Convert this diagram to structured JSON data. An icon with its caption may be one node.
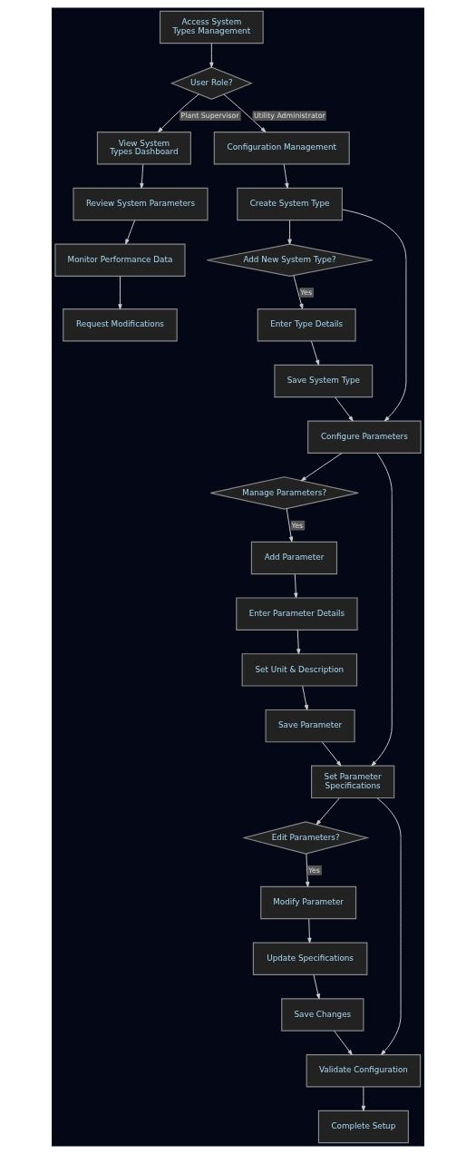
{
  "diagram": {
    "nodes": [
      {
        "text": [
          "Access System Types Management"
        ]
      },
      {
        "text": [
          "User Role?"
        ]
      },
      {
        "text": [
          "View System Types Dashboard"
        ]
      },
      {
        "text": [
          "Configuration Management"
        ]
      },
      {
        "text": [
          "Review System Parameters"
        ]
      },
      {
        "text": [
          "Create System Type"
        ]
      },
      {
        "text": [
          "Monitor Performance Data"
        ]
      },
      {
        "text": [
          "Add New System Type?"
        ]
      },
      {
        "text": [
          "Request Modifications"
        ]
      },
      {
        "text": [
          "Enter Type Details"
        ]
      },
      {
        "text": [
          "Save System Type"
        ]
      },
      {
        "text": [
          "Configure Parameters"
        ]
      },
      {
        "text": [
          "Manage Parameters?"
        ]
      },
      {
        "text": [
          "Add Parameter"
        ]
      },
      {
        "text": [
          "Enter Parameter Details"
        ]
      },
      {
        "text": [
          "Set Unit & Description"
        ]
      },
      {
        "text": [
          "Save Parameter"
        ]
      },
      {
        "text": [
          "Set Parameter Specifications"
        ]
      },
      {
        "text": [
          "Edit Parameters?"
        ]
      },
      {
        "text": [
          "Modify Parameter"
        ]
      },
      {
        "text": [
          "Update Specifications"
        ]
      },
      {
        "text": [
          "Save Changes"
        ]
      },
      {
        "text": [
          "Validate Configuration"
        ]
      },
      {
        "text": [
          "Complete Setup"
        ]
      }
    ],
    "edges": [
      {
        "from": 0,
        "to": 1,
        "arrow": "to"
      },
      {
        "from": 1,
        "to": 2,
        "arrow": "to",
        "label": "Plant Supervisor"
      },
      {
        "from": 1,
        "to": 3,
        "arrow": "to",
        "label": "Utility Administrator"
      },
      {
        "from": 2,
        "to": 4,
        "arrow": "to"
      },
      {
        "from": 4,
        "to": 6,
        "arrow": "to"
      },
      {
        "from": 6,
        "to": 8,
        "arrow": "to"
      },
      {
        "from": 3,
        "to": 5,
        "arrow": "to"
      },
      {
        "from": 5,
        "to": 11,
        "arrow": "to"
      },
      {
        "from": 5,
        "to": 7,
        "arrow": "to"
      },
      {
        "from": 7,
        "to": 9,
        "arrow": "to",
        "label": "Yes"
      },
      {
        "from": 9,
        "to": 10,
        "arrow": "to"
      },
      {
        "from": 10,
        "to": 11,
        "arrow": "to"
      },
      {
        "from": 11,
        "to": 17,
        "arrow": "to"
      },
      {
        "from": 11,
        "to": 12,
        "arrow": "to"
      },
      {
        "from": 12,
        "to": 13,
        "arrow": "to",
        "label": "Yes"
      },
      {
        "from": 13,
        "to": 14,
        "arrow": "to"
      },
      {
        "from": 14,
        "to": 15,
        "arrow": "to"
      },
      {
        "from": 15,
        "to": 16,
        "arrow": "to"
      },
      {
        "from": 16,
        "to": 17,
        "arrow": "to"
      },
      {
        "from": 17,
        "to": 22,
        "arrow": "to"
      },
      {
        "from": 17,
        "to": 18,
        "arrow": "to"
      },
      {
        "from": 18,
        "to": 19,
        "arrow": "to",
        "label": "Yes"
      },
      {
        "from": 19,
        "to": 20,
        "arrow": "to"
      },
      {
        "from": 20,
        "to": 21,
        "arrow": "to"
      },
      {
        "from": 21,
        "to": 22,
        "arrow": "to"
      },
      {
        "from": 22,
        "to": 23,
        "arrow": "to"
      }
    ]
  }
}
